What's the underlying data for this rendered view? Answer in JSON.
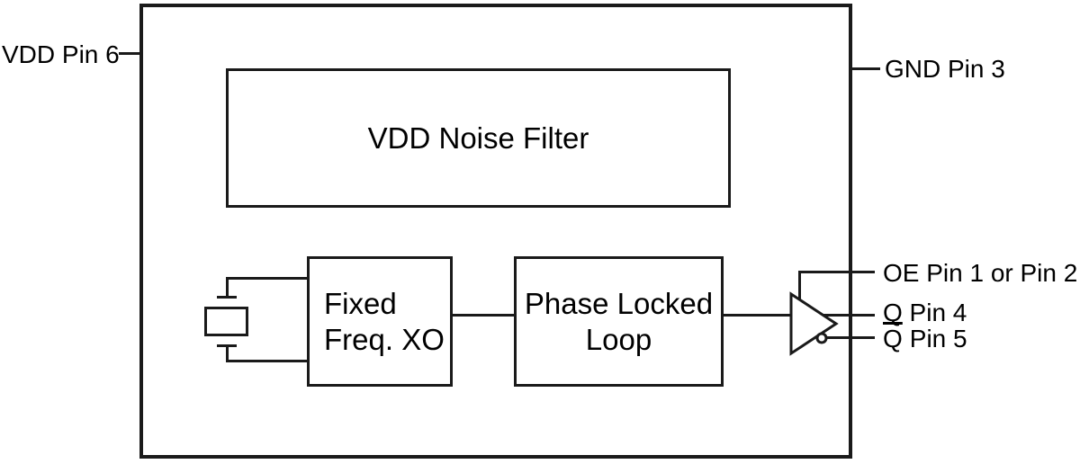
{
  "blocks": {
    "noise_filter": {
      "label": "VDD Noise Filter"
    },
    "xo": {
      "line1": "Fixed",
      "line2": "Freq. XO"
    },
    "pll": {
      "line1": "Phase Locked",
      "line2": "Loop"
    }
  },
  "pins": {
    "vdd": "VDD Pin 6",
    "gnd": "GND Pin 3",
    "oe": "OE Pin 1 or Pin 2",
    "q": "Q Pin 4",
    "qbar_symbol": "Q",
    "qbar_rest": "Pin 5"
  },
  "icons": {
    "crystal": "crystal-resonator-symbol",
    "buffer": "output-buffer-triangle",
    "bubble": "inverting-output-bubble"
  },
  "colors": {
    "line": "#1a1a1a",
    "background": "#ffffff",
    "text": "#000000"
  }
}
